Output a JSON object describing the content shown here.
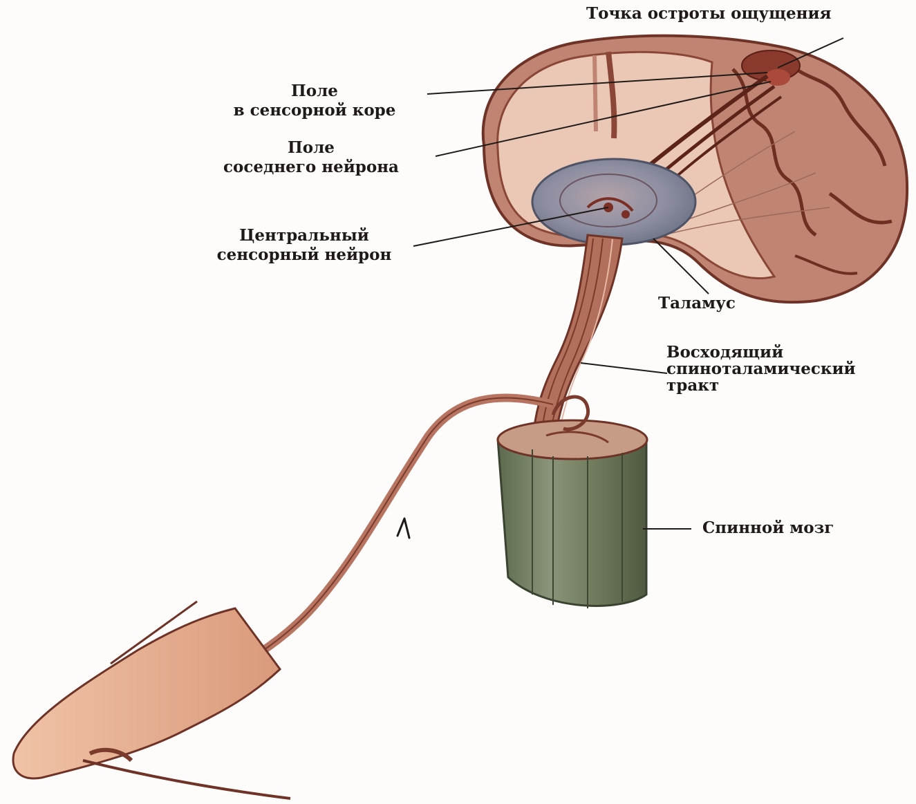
{
  "labels": {
    "sensation_point": "Точка остроты ощущения",
    "cortex_field_1": "Поле",
    "cortex_field_2": "в сенсорной коре",
    "neighbor_field_1": "Поле",
    "neighbor_field_2": "соседнего нейрона",
    "central_neuron_1": "Центральный",
    "central_neuron_2": "сенсорный нейрон",
    "thalamus": "Таламус",
    "tract_1": "Восходящий",
    "tract_2": "спиноталамический",
    "tract_3": "тракт",
    "spinal_cord": "Спинной мозг"
  },
  "colors": {
    "tissue": "#b97a68",
    "tissue_dark": "#7a3a2c",
    "cortex_light": "#eac7b4",
    "thalamus": "#8f97a8",
    "cord": "#6f7a5e",
    "skin": "#e7b497",
    "leader": "#1f1a18"
  }
}
